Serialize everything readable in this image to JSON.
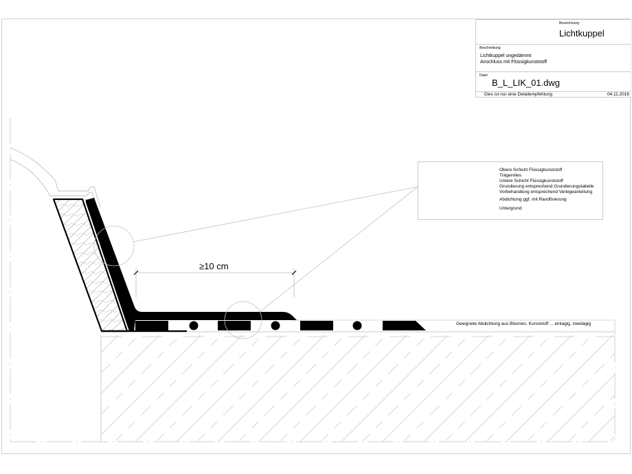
{
  "title_block": {
    "designation_caption": "Bezeichnung",
    "designation": "Lichtkuppel",
    "description_caption": "Beschreibung",
    "description_lines": [
      "Lichtkuppel ungedämmt",
      "Anschluss mit Flüssigkunststoff"
    ],
    "file_caption": "Datei",
    "file_name": "B_L_LIK_01.dwg",
    "disclaimer": "Dies ist nur eine Detailempfehlung",
    "date": "04.11.2016"
  },
  "legend": {
    "items": [
      {
        "label": "Obere Schicht Flüssigkunststoff",
        "symbol": "solid-thick"
      },
      {
        "label": "Trägervlies",
        "symbol": "fleece-hatch"
      },
      {
        "label": "Untere Schicht Flüssigkunststoff",
        "symbol": "solid-thick"
      },
      {
        "label": "Grundierung entsprechend Grundierungstabelle",
        "symbol": "solid-thin"
      },
      {
        "label": "Vorbehandlung entsprechend Verlegeanleitung",
        "symbol": "solid-thin"
      },
      {
        "label": "Abdichtung ggf. mit Randfixierung",
        "symbol": "dash-dot-waterproofing"
      },
      {
        "label": "Untergrund",
        "symbol": "solid-thick"
      }
    ]
  },
  "drawing": {
    "dimension_label": "≥10 cm",
    "waterproofing_note": "Geeignete Abdichtung aus Bitumen, Kunststoff ... einlagig, zweilagig",
    "colors": {
      "ink": "#000000",
      "thin_line": "#c0c0c0",
      "frame": "#d0d0d0",
      "background": "#ffffff"
    }
  }
}
